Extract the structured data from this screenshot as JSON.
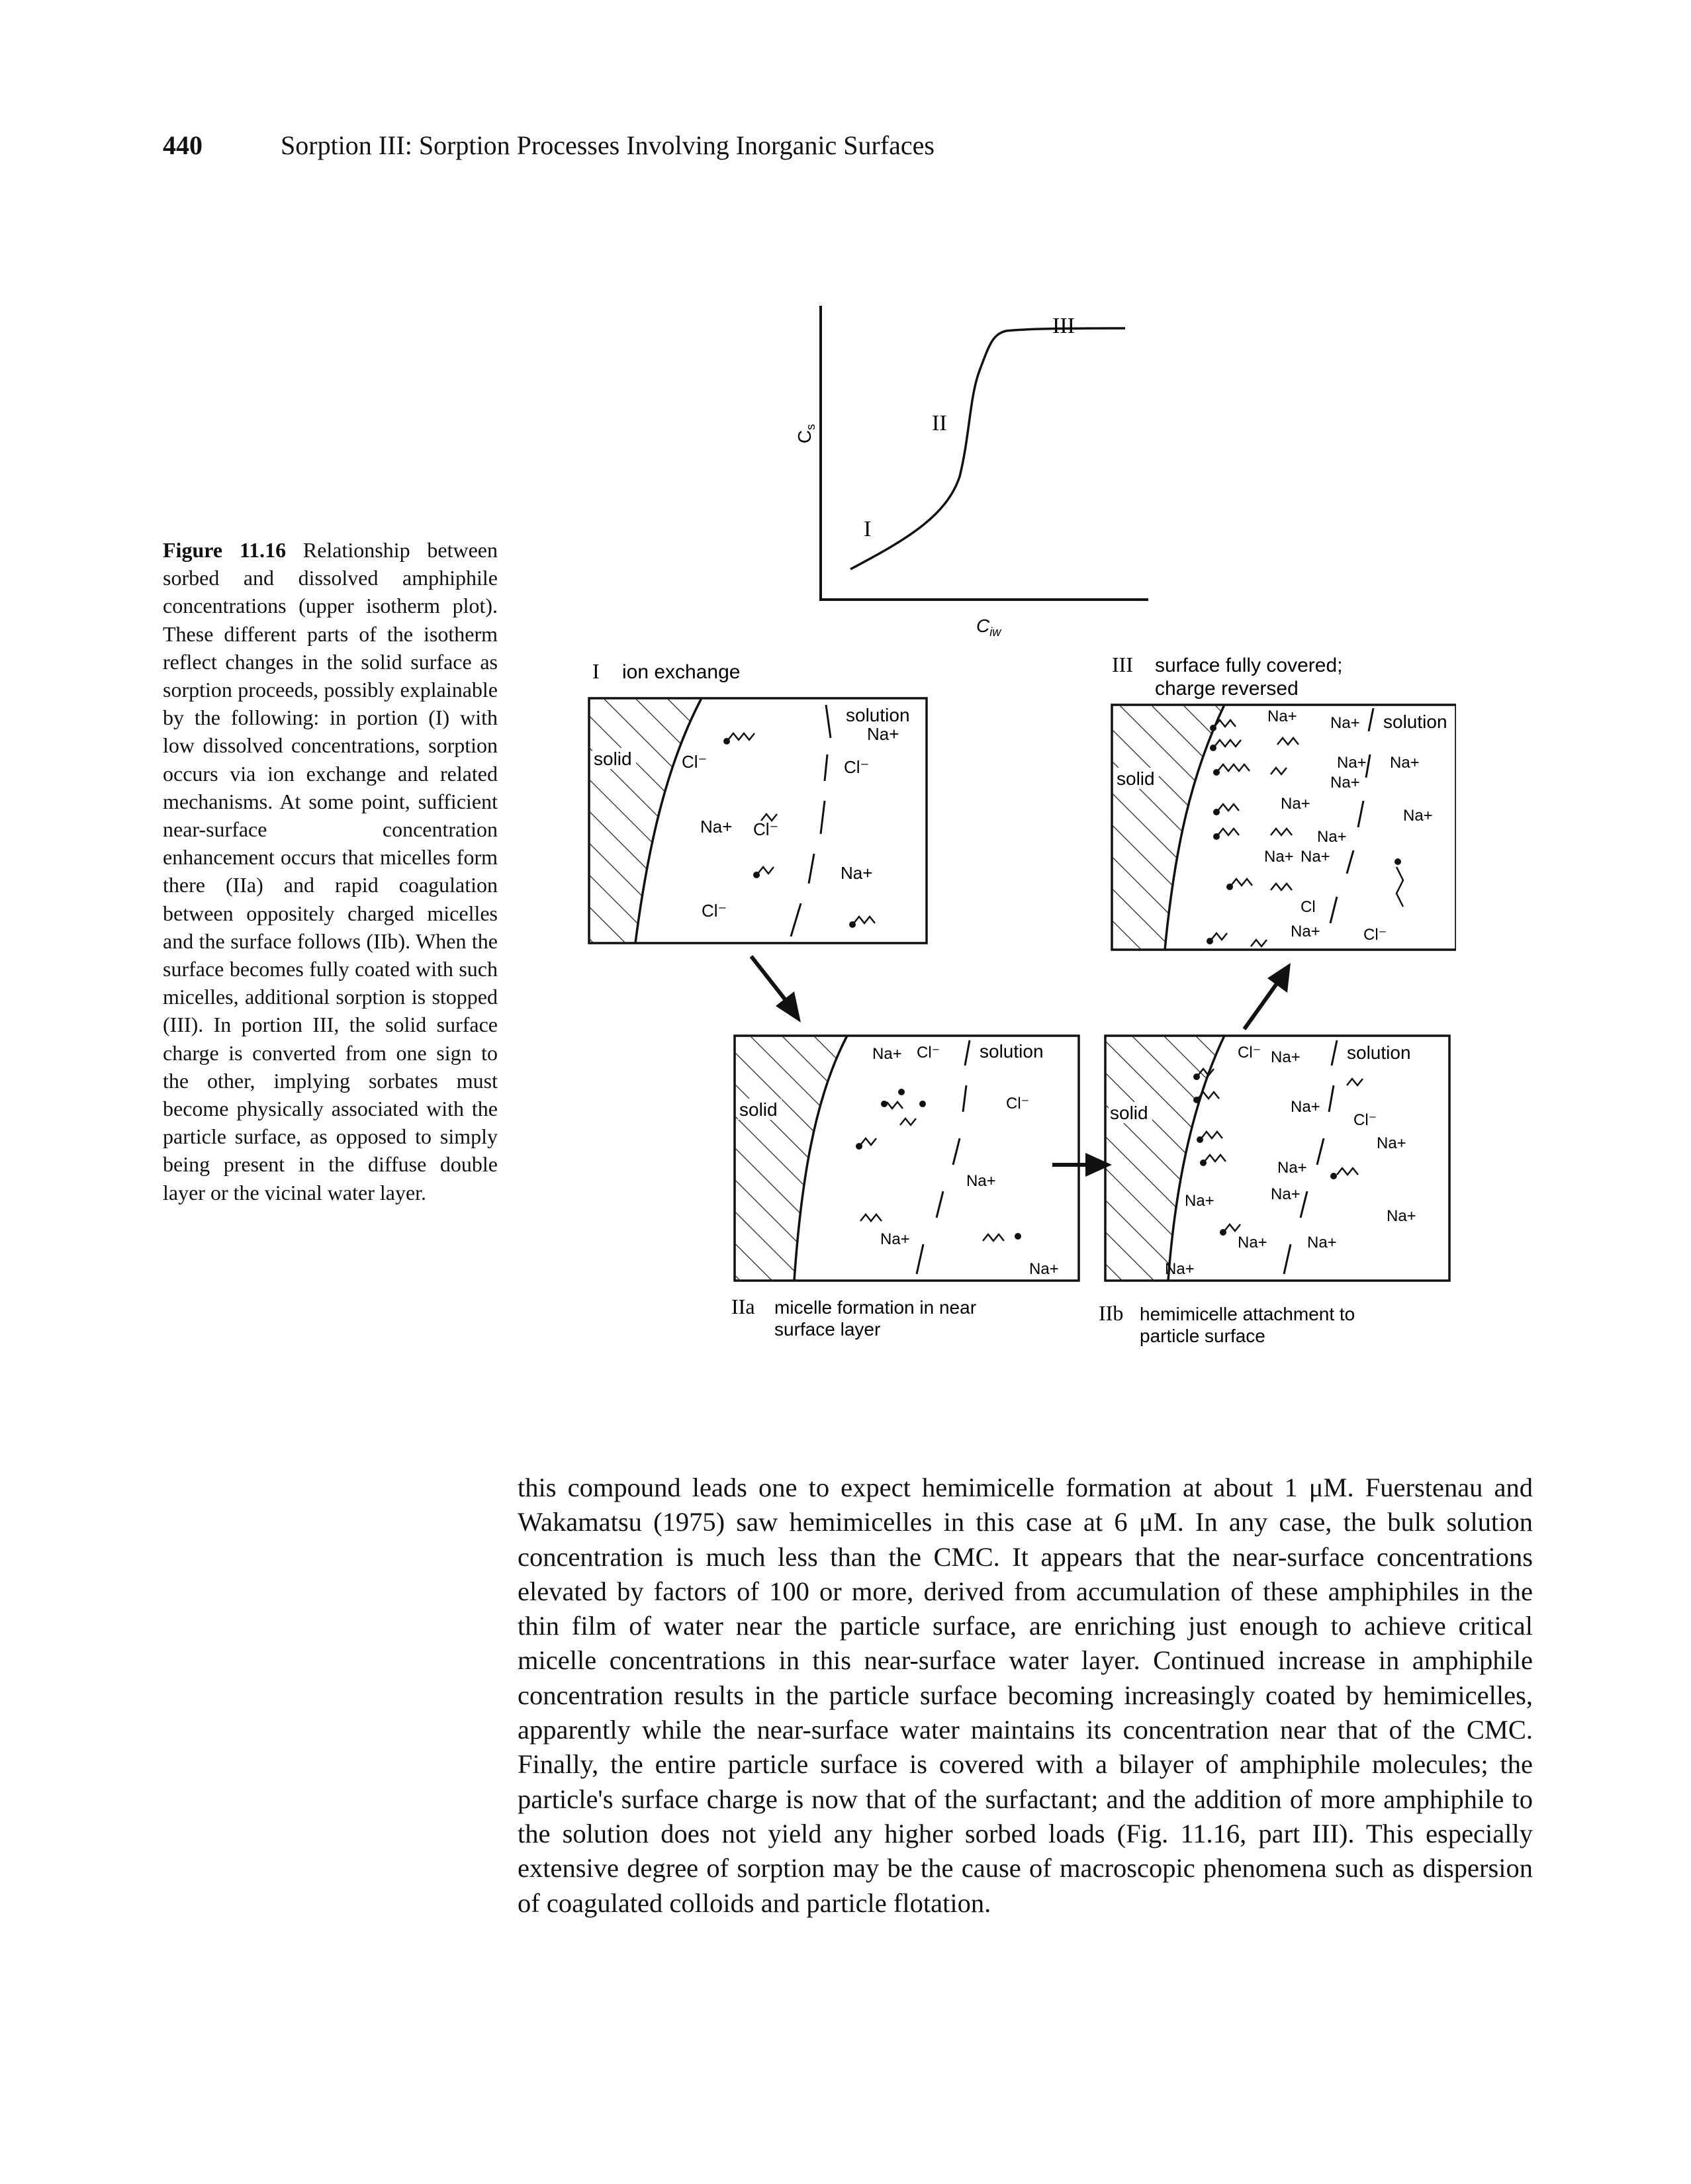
{
  "header": {
    "page_number": "440",
    "running_head": "Sorption III: Sorption Processes Involving Inorganic Surfaces"
  },
  "figure": {
    "isotherm": {
      "y_axis_label": "C",
      "y_axis_sub": "s",
      "x_axis_label": "C",
      "x_axis_sub": "iw",
      "region_I": "I",
      "region_II": "II",
      "region_III": "III"
    },
    "panel_I": {
      "numeral": "I",
      "title": "ion exchange",
      "solid": "solid",
      "solution": "solution",
      "ions": [
        "Na+",
        "Cl⁻",
        "Cl⁻",
        "Na+",
        "Cl⁻",
        "Na+",
        "Cl⁻"
      ]
    },
    "panel_III": {
      "numeral": "III",
      "title_line1": "surface fully covered;",
      "title_line2": "charge reversed",
      "solid": "solid",
      "solution": "solution",
      "ions": [
        "Na+",
        "Na+",
        "Na+",
        "Na+",
        "Na+",
        "Na+",
        "Na+",
        "Na+",
        "Na+",
        "Na+",
        "Na+",
        "Cl",
        "Cl⁻"
      ]
    },
    "panel_IIa": {
      "numeral": "IIa",
      "title_line1": "micelle formation in near",
      "title_line2": "surface layer",
      "solid": "solid",
      "solution": "solution",
      "ions": [
        "Na+",
        "Cl⁻",
        "Cl⁻",
        "Na+",
        "Na+",
        "Na+"
      ]
    },
    "panel_IIb": {
      "numeral": "IIb",
      "title_line1": "hemimicelle attachment to",
      "title_line2": "particle surface",
      "solid": "solid",
      "solution": "solution",
      "ions": [
        "Cl⁻",
        "Na+",
        "Na+",
        "Cl⁻",
        "Na+",
        "Na+",
        "Na+",
        "Na+",
        "Na+",
        "Na+",
        "Na+",
        "Na+"
      ]
    }
  },
  "caption": {
    "label": "Figure 11.16",
    "text": "Relationship between sorbed and dissolved amphiphile concentrations (upper isotherm plot). These different parts of the isotherm reflect changes in the solid surface as sorption proceeds, possibly explainable by the following: in portion (I) with low dissolved concentrations, sorption occurs via ion exchange and related mechanisms. At some point, sufficient near-surface concentration enhancement occurs that micelles form there (IIa) and rapid coagulation between oppositely charged micelles and the surface follows (IIb). When the surface becomes fully coated with such micelles, additional sorption is stopped (III). In portion III, the solid surface charge is converted from one sign to the other, implying sorbates must become physically associated with the particle surface, as opposed to simply being present in the diffuse double layer or the vicinal water layer."
  },
  "body": {
    "paragraph": "this compound leads one to expect hemimicelle formation at about 1 μM. Fuerstenau and Wakamatsu (1975) saw hemimicelles in this case at 6 μM. In any case, the bulk solution concentration is much less than the CMC. It appears that the near-surface concentrations elevated by factors of 100 or more, derived from accumulation of these amphiphiles in the thin film of water near the particle surface, are enriching just enough to achieve critical micelle concentrations in this near-surface water layer. Continued increase in amphiphile concentration results in the particle surface becoming increasingly coated by hemimicelles, apparently while the near-surface water maintains its concentration near that of the CMC. Finally, the entire particle surface is covered with a bilayer of amphiphile molecules; the particle's surface charge is now that of the surfactant; and the addition of more amphiphile to the solution does not yield any higher sorbed loads (Fig. 11.16, part III). This especially extensive degree of sorption may be the cause of macroscopic phenomena such as dispersion of coagulated colloids and particle flotation."
  }
}
